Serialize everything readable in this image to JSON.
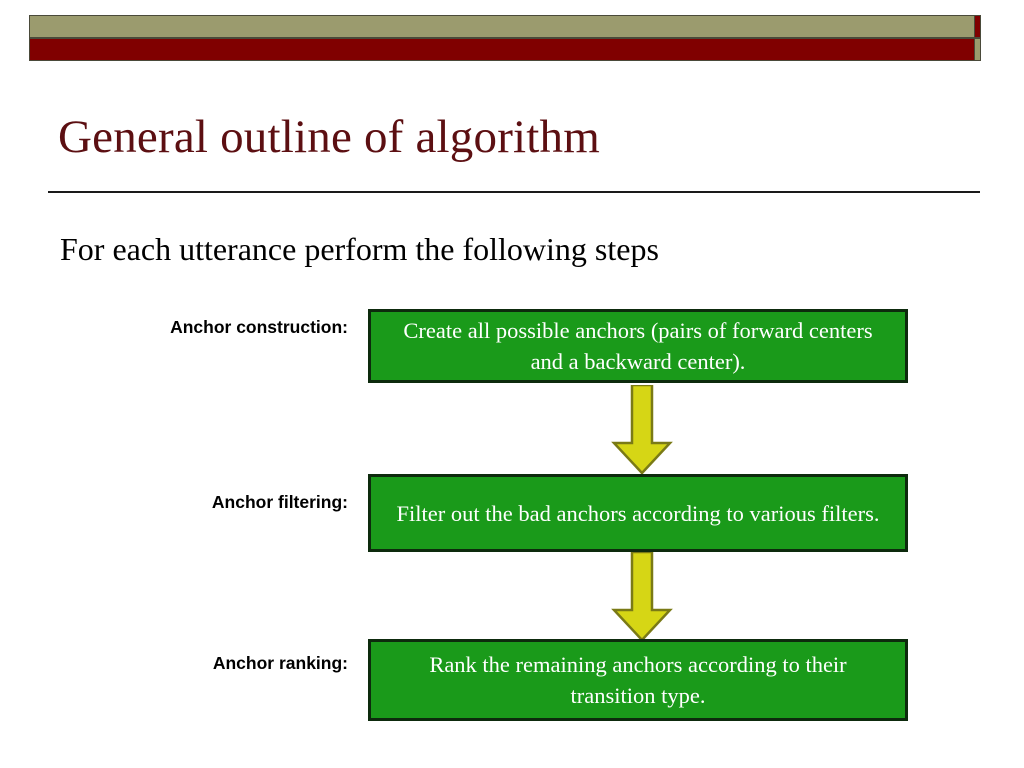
{
  "header": {
    "band_top_color": "#9b9b6e",
    "band_bottom_color": "#800000"
  },
  "title": "General outline of algorithm",
  "subtitle": "For each utterance perform the following steps",
  "theme": {
    "title_color": "#5c0f12",
    "box_fill": "#1a9a1a",
    "box_border": "#0d2a0d",
    "box_text_color": "#ffffff",
    "arrow_fill": "#d6d615",
    "arrow_border": "#7a7a16",
    "rule_color": "#1a1a1a"
  },
  "flow": {
    "steps": [
      {
        "label": "Anchor construction:",
        "text": "Create all possible anchors (pairs of forward centers and a backward center)."
      },
      {
        "label": "Anchor filtering:",
        "text": "Filter out the bad anchors according to various filters."
      },
      {
        "label": "Anchor ranking:",
        "text": "Rank the remaining anchors according to their transition type."
      }
    ],
    "connectors": [
      {
        "name": "arrow-down-1"
      },
      {
        "name": "arrow-down-2"
      }
    ]
  }
}
